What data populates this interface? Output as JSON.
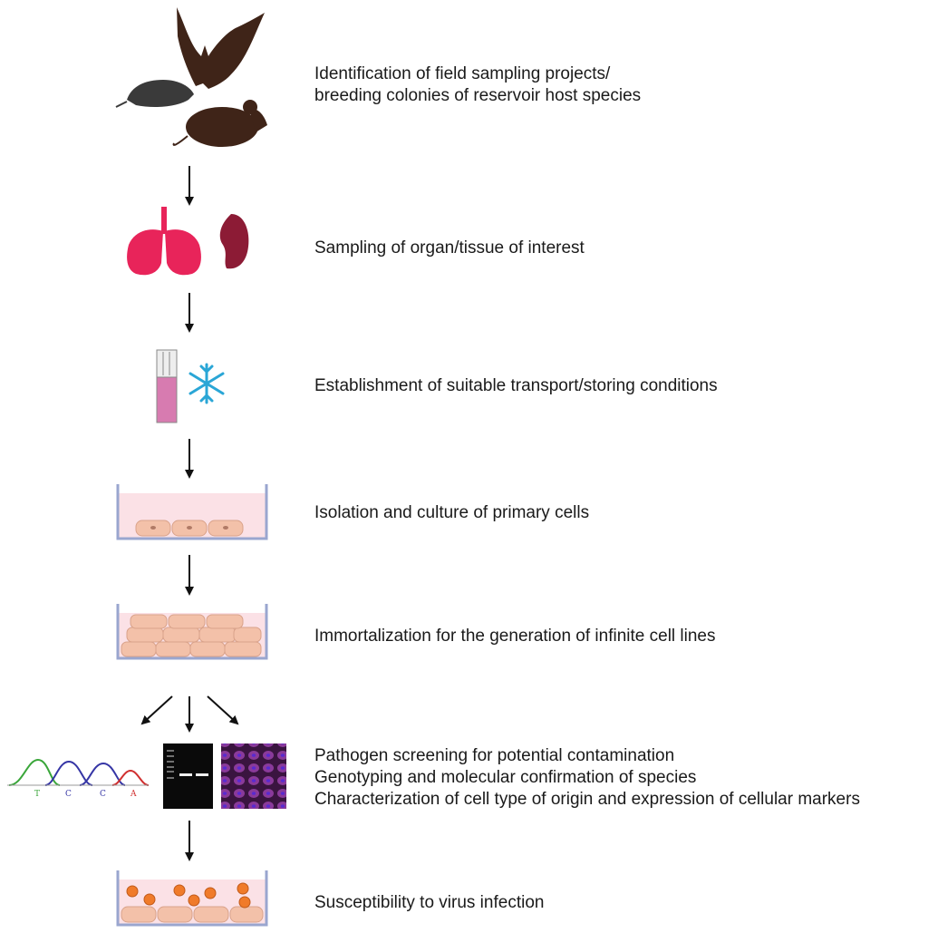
{
  "steps": [
    {
      "lines": [
        "Identification of field sampling projects/",
        "breeding colonies of reservoir host species"
      ],
      "icons": [
        "bat-icon",
        "mole-icon",
        "mouse-icon"
      ]
    },
    {
      "lines": [
        "Sampling of organ/tissue of interest"
      ],
      "icons": [
        "lungs-icon",
        "kidney-icon"
      ]
    },
    {
      "lines": [
        "Establishment of suitable transport/storing conditions"
      ],
      "icons": [
        "sample-tube-icon",
        "snowflake-icon"
      ]
    },
    {
      "lines": [
        "Isolation and culture of primary cells"
      ],
      "icons": [
        "culture-dish-icon"
      ]
    },
    {
      "lines": [
        "Immortalization for the generation of infinite cell lines"
      ],
      "icons": [
        "culture-dish-multilayer-icon"
      ]
    },
    {
      "lines": [
        "Pathogen screening for potential contamination",
        "Genotyping and molecular confirmation of species",
        "Characterization of cell type of origin and expression of cellular markers"
      ],
      "icons": [
        "chromatogram-icon",
        "gel-electrophoresis-icon",
        "fluorescence-microscopy-icon"
      ]
    },
    {
      "lines": [
        "Susceptibility to virus infection"
      ],
      "icons": [
        "infected-culture-dish-icon"
      ]
    }
  ],
  "chromatogram_bases": [
    "T",
    "C",
    "C",
    "A"
  ],
  "colors": {
    "animal": "#3f2418",
    "mole": "#3a3a3a",
    "lungs": "#e8245a",
    "kidney": "#8c1b35",
    "tube_fill": "#d77bb0",
    "snowflake": "#2aa6d6",
    "dish_wall": "#9aa6cf",
    "medium": "#fbe1e6",
    "cell": "#f3c1a9",
    "cell_nucleus": "#b07a66",
    "virus": "#f07b2a",
    "arrow": "#111111"
  }
}
